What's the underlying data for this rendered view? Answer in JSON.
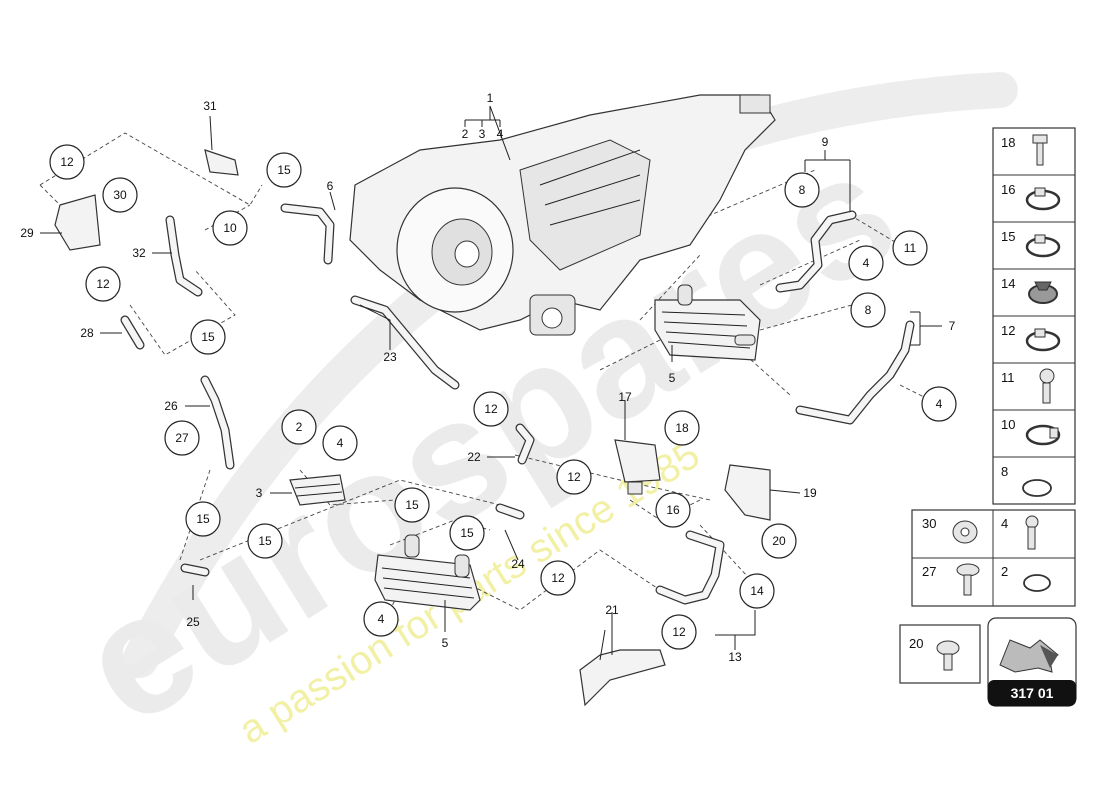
{
  "watermark": {
    "brand": "eurospares",
    "tagline": "a passion for parts since 1985"
  },
  "callouts": {
    "c1": "1",
    "c2": "2",
    "c3": "3",
    "c4": "4",
    "c2b": "2",
    "c4b": "4",
    "c3b": "3",
    "c4c": "4",
    "c4d": "4",
    "c4e": "4",
    "c5a": "5",
    "c5b": "5",
    "c6": "6",
    "c7": "7",
    "c8a": "8",
    "c8b": "8",
    "c9": "9",
    "c10": "10",
    "c11": "11",
    "c12a": "12",
    "c12b": "12",
    "c12c": "12",
    "c12d": "12",
    "c12e": "12",
    "c12f": "12",
    "c13": "13",
    "c14": "14",
    "c15a": "15",
    "c15b": "15",
    "c15c": "15",
    "c15d": "15",
    "c15e": "15",
    "c15f": "15",
    "c16": "16",
    "c17": "17",
    "c18": "18",
    "c19": "19",
    "c20": "20",
    "c21": "21",
    "c22": "22",
    "c23": "23",
    "c24": "24",
    "c25": "25",
    "c26": "26",
    "c27": "27",
    "c28": "28",
    "c29": "29",
    "c30": "30",
    "c31": "31",
    "c32": "32"
  },
  "legend": {
    "rows": [
      "18",
      "16",
      "15",
      "14",
      "12",
      "11",
      "10",
      "8"
    ],
    "pairs": [
      {
        "left": "30",
        "right": "4"
      },
      {
        "left": "27",
        "right": "2"
      }
    ],
    "single": "20"
  },
  "reference": {
    "page": "317 01"
  },
  "colors": {
    "watermark_grey": "#e9e9e9",
    "watermark_yellow": "#f0ef9c",
    "reference_bg": "#111111"
  }
}
